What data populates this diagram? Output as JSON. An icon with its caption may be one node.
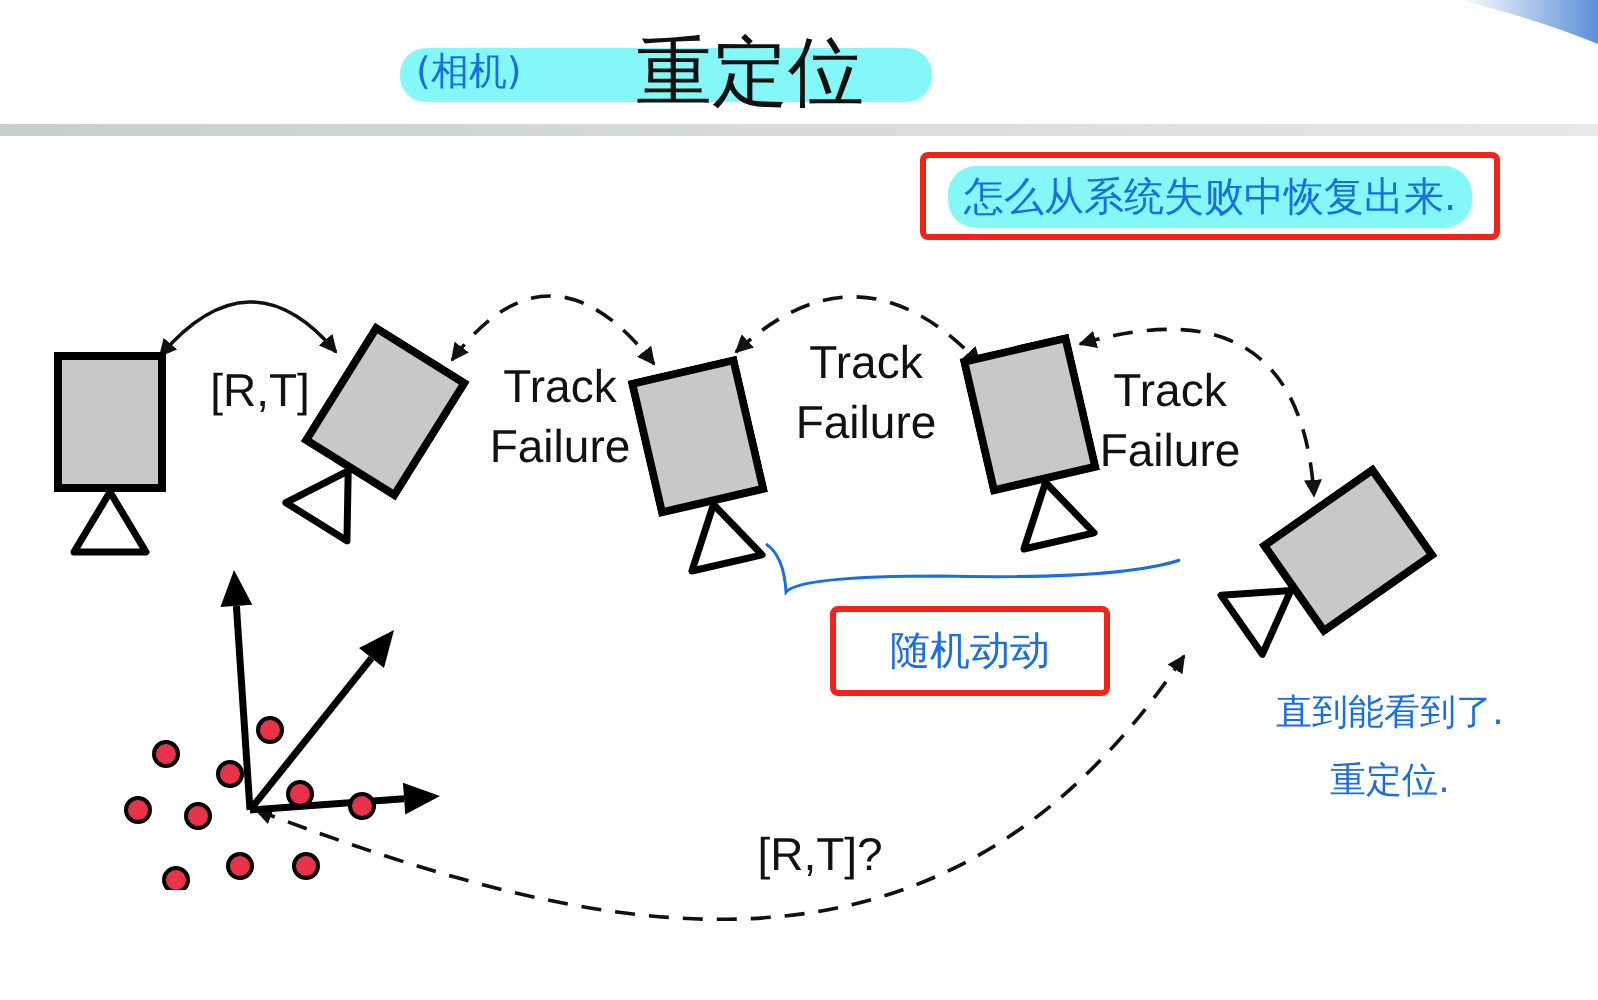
{
  "diagram": {
    "title": "重定位",
    "nodes": [
      {
        "text": [],
        "shape": "camera"
      },
      {
        "text": [],
        "shape": "camera"
      },
      {
        "text": [],
        "shape": "camera"
      },
      {
        "text": [],
        "shape": "camera"
      },
      {
        "text": [],
        "shape": "camera"
      },
      {
        "text": [],
        "shape": "picture"
      },
      {
        "text": [
          "怎么从系统失败中恢复出来."
        ]
      },
      {
        "text": [
          "随机动动"
        ]
      }
    ],
    "edges": [
      {
        "from": 0,
        "to": 1,
        "arrow": "both",
        "label": "[R,T]"
      },
      {
        "from": 1,
        "to": 2,
        "arrow": "both",
        "label": "Track Failure",
        "style": "dashed"
      },
      {
        "from": 2,
        "to": 3,
        "arrow": "both",
        "label": "Track Failure",
        "style": "dashed"
      },
      {
        "from": 3,
        "to": 4,
        "arrow": "both",
        "label": "Track Failure",
        "style": "dashed"
      },
      {
        "from": 5,
        "to": 4,
        "arrow": "both",
        "label": "[R,T]?",
        "style": "dashed"
      }
    ],
    "labels": [
      "(相机)",
      "直到能看到了. 重定位."
    ]
  }
}
